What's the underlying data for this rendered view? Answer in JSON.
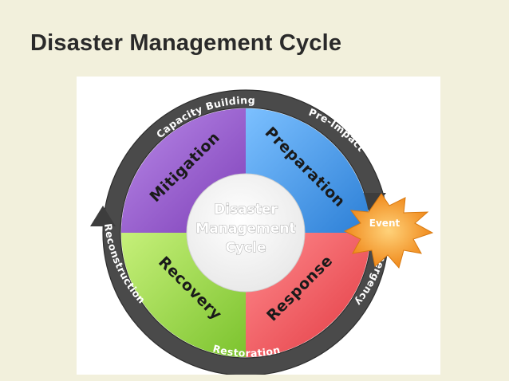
{
  "slide": {
    "title": "Disaster Management Cycle"
  },
  "diagram": {
    "center_lines": [
      "Disaster",
      "Management",
      "Cycle"
    ],
    "quadrants": [
      {
        "label": "Mitigation",
        "color": "#9b5fcf"
      },
      {
        "label": "Preparation",
        "color": "#4a9be8"
      },
      {
        "label": "Response",
        "color": "#f0595e"
      },
      {
        "label": "Recovery",
        "color": "#9bd94a"
      }
    ],
    "ring_labels": {
      "top": "Capacity Building",
      "top_right": "Pre-Impact",
      "right": "Emergency",
      "bottom": "Restoration",
      "left": "Reconstruction"
    },
    "event_label": "Event",
    "colors": {
      "ring": "#4a4a4a",
      "event_burst": "#f3a43a"
    }
  }
}
